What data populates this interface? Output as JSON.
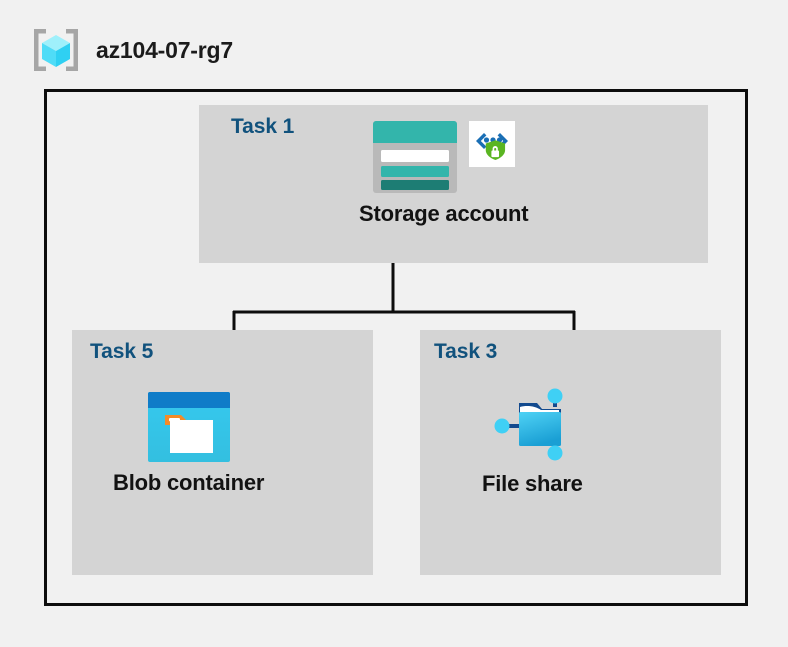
{
  "header": {
    "icon": "resource-group-icon",
    "title": "az104-07-rg7"
  },
  "boundary": {
    "label": "resource-group-boundary"
  },
  "panels": [
    {
      "id": "task-1",
      "task_label": "Task 1",
      "node_label": "Storage account",
      "icons": [
        "storage-account-icon",
        "secure-endpoint-icon"
      ]
    },
    {
      "id": "task-5",
      "task_label": "Task 5",
      "node_label": "Blob container",
      "icons": [
        "blob-container-icon"
      ]
    },
    {
      "id": "task-3",
      "task_label": "Task 3",
      "node_label": "File share",
      "icons": [
        "file-share-icon"
      ]
    }
  ],
  "colors": {
    "background": "#f1f1f1",
    "panel": "#d4d4d4",
    "boundary_line": "#0d0d0d",
    "task_label": "#11527d",
    "node_label": "#121212",
    "storage_teal": "#33b5ab",
    "storage_teal_dark": "#1d7d74",
    "storage_gray": "#b4b4b4",
    "shield_green": "#5ab522",
    "bracket_blue": "#1a6fb5",
    "blob_blue_dark": "#0f7cc8",
    "blob_cyan": "#31c6ec",
    "blob_orange": "#f38b29",
    "fileshare_blue": "#32b6e8",
    "fileshare_node": "#3fd0f5",
    "fileshare_navy": "#134a8e"
  }
}
